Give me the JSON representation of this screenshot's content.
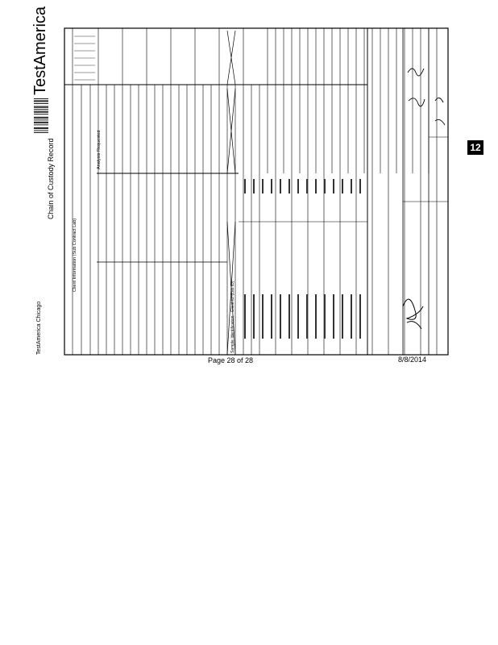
{
  "header": {
    "logo": "TestAmerica",
    "form_title": "Chain of Custody Record",
    "lab_name": "TestAmerica Chicago"
  },
  "sections": {
    "client_info": "Client Information (Sub Contract Lab)",
    "analysis_requested": "Analysis Requested",
    "sample_id": "Sample Identification - Client ID (Lab ID)"
  },
  "footer": {
    "page": "Page 28 of 28",
    "date": "8/8/2014"
  },
  "tab_badge": "12"
}
